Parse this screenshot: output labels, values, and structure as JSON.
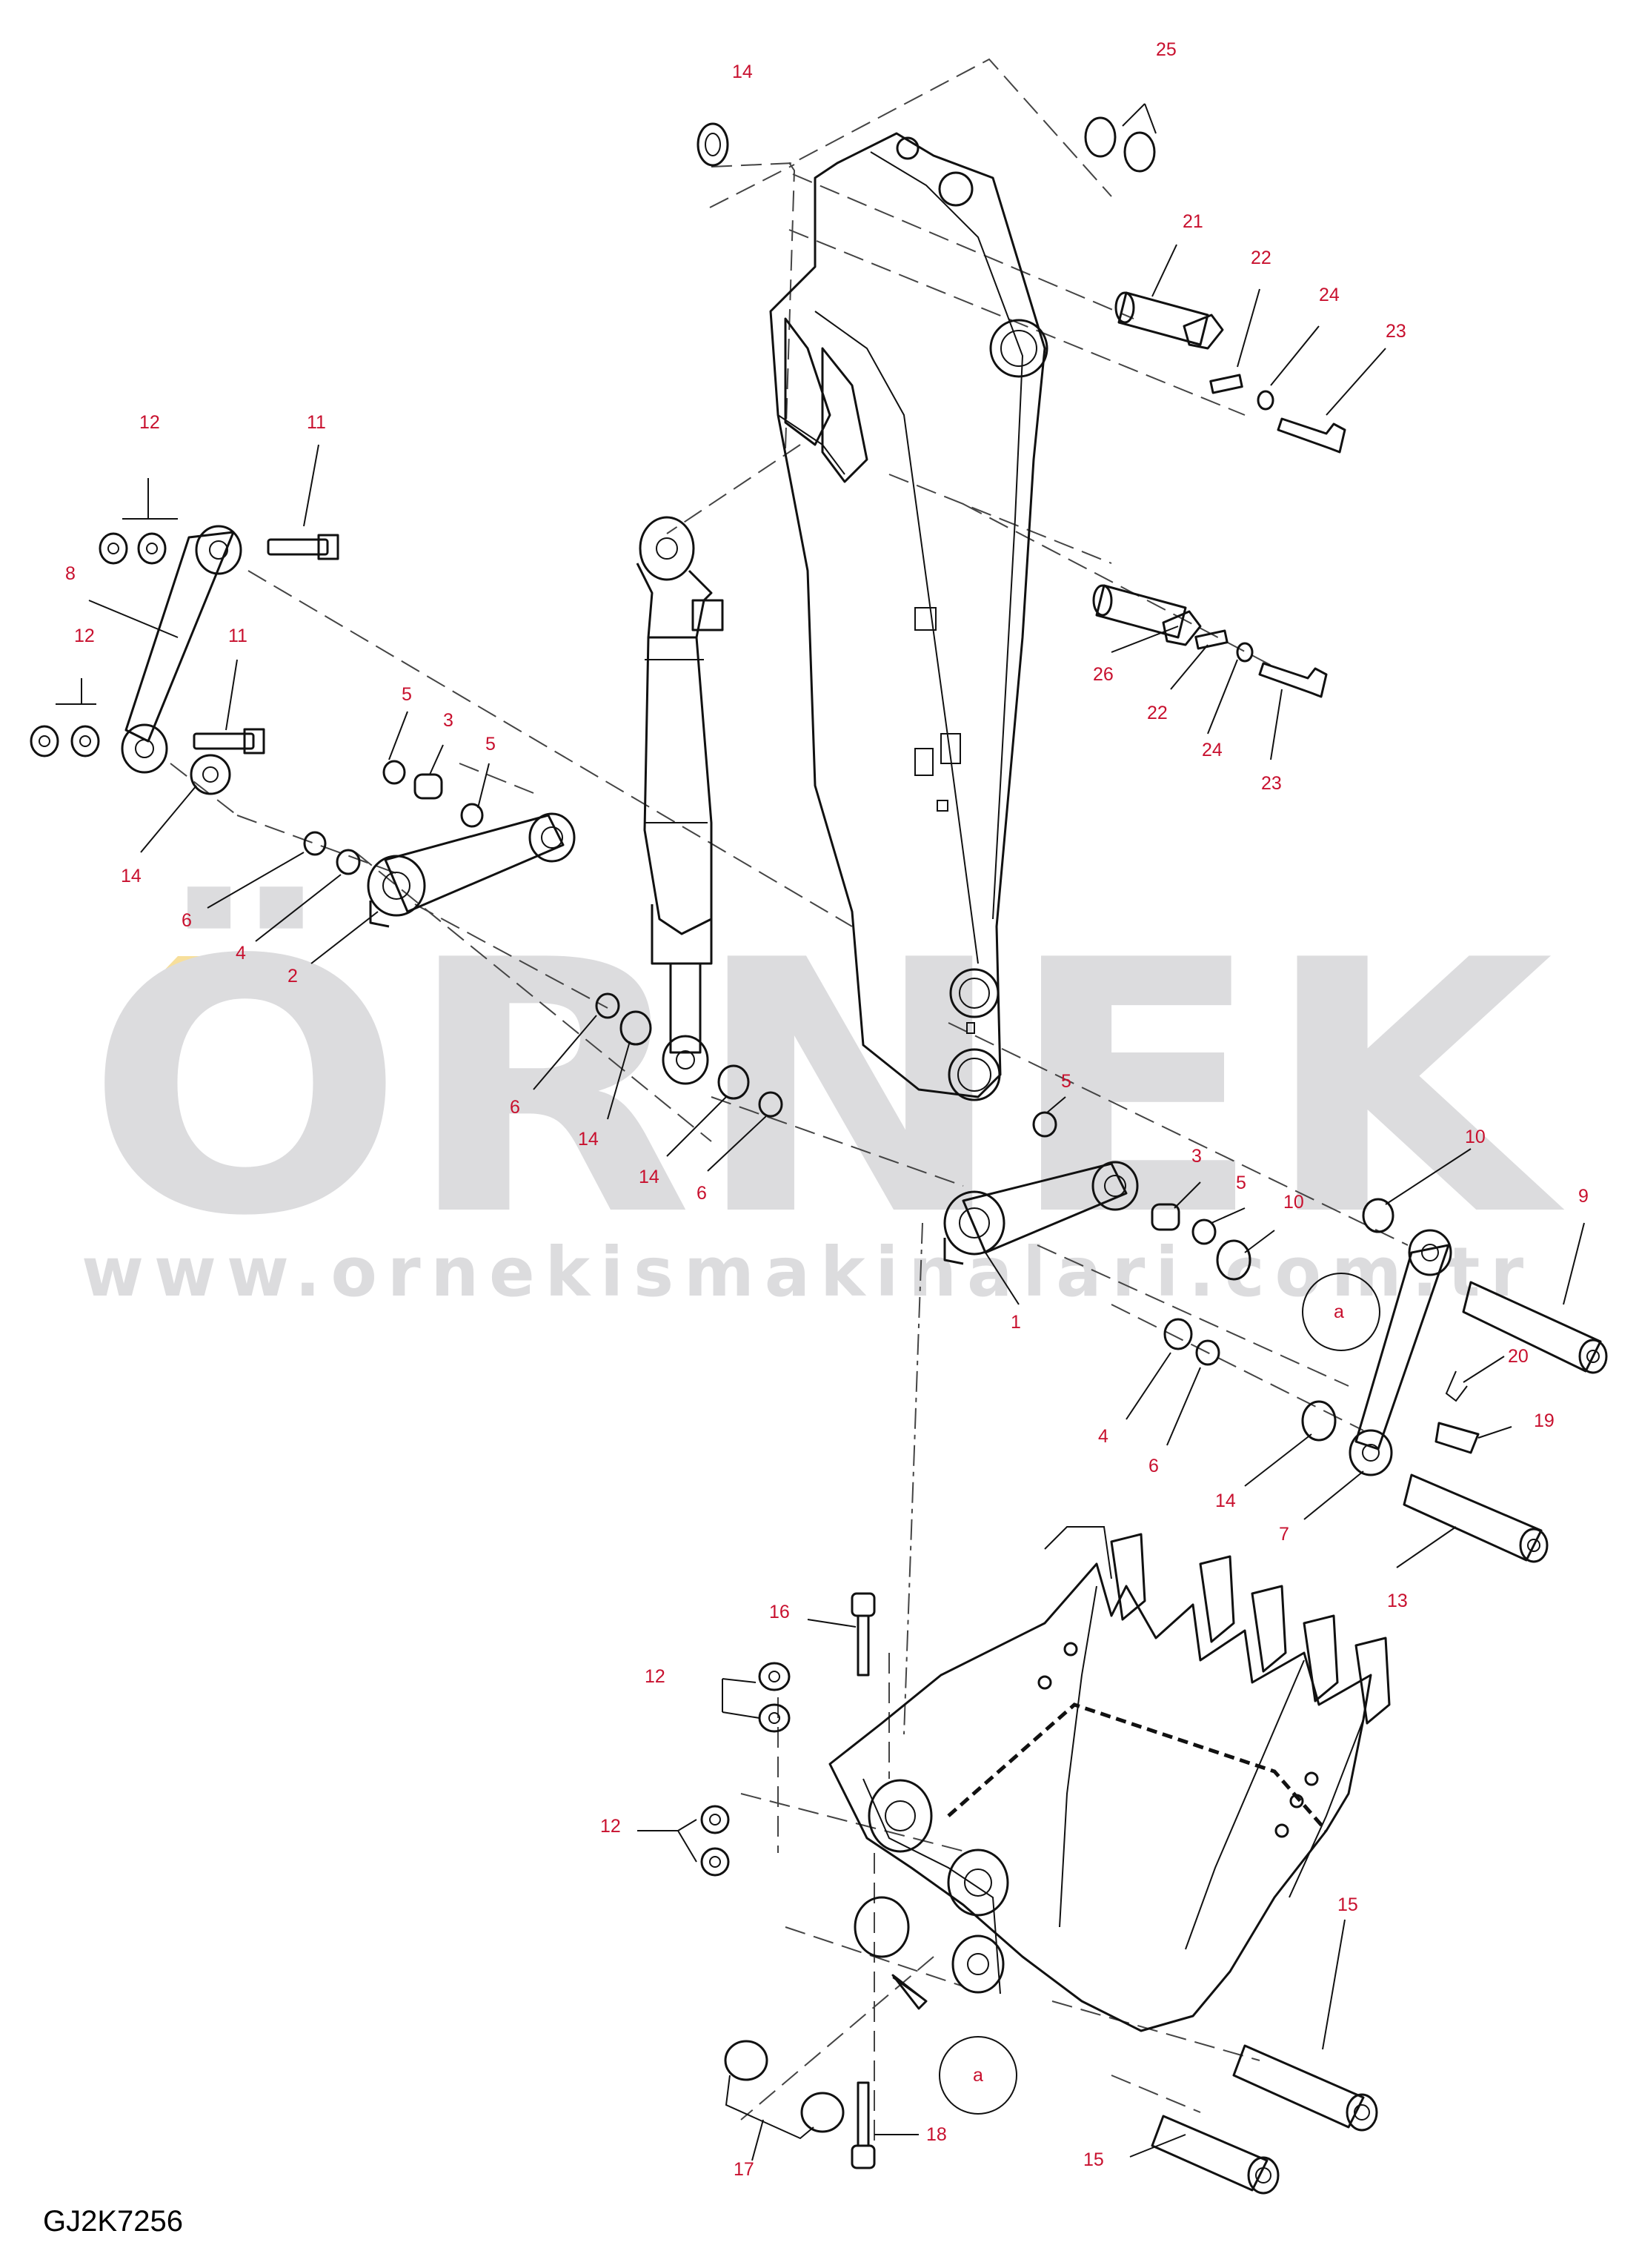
{
  "watermark": {
    "brand": "ÖRNEK",
    "url": "www.ornekismakinalari.com.tr"
  },
  "drawing_code": "GJ2K7256",
  "colors": {
    "label": "#c8102e",
    "watermark": "#dcdcde",
    "accent": "#f7df9b"
  },
  "labels": [
    {
      "id": "l14a",
      "text": "14"
    },
    {
      "id": "l25",
      "text": "25"
    },
    {
      "id": "l21",
      "text": "21"
    },
    {
      "id": "l22a",
      "text": "22"
    },
    {
      "id": "l24a",
      "text": "24"
    },
    {
      "id": "l23a",
      "text": "23"
    },
    {
      "id": "l12a",
      "text": "12"
    },
    {
      "id": "l11a",
      "text": "11"
    },
    {
      "id": "l8",
      "text": "8"
    },
    {
      "id": "l12b",
      "text": "12"
    },
    {
      "id": "l11b",
      "text": "11"
    },
    {
      "id": "l14b",
      "text": "14"
    },
    {
      "id": "l5a",
      "text": "5"
    },
    {
      "id": "l3a",
      "text": "3"
    },
    {
      "id": "l5b",
      "text": "5"
    },
    {
      "id": "l6a",
      "text": "6"
    },
    {
      "id": "l4a",
      "text": "4"
    },
    {
      "id": "l2",
      "text": "2"
    },
    {
      "id": "l26",
      "text": "26"
    },
    {
      "id": "l22b",
      "text": "22"
    },
    {
      "id": "l24b",
      "text": "24"
    },
    {
      "id": "l23b",
      "text": "23"
    },
    {
      "id": "l6b",
      "text": "6"
    },
    {
      "id": "l14c",
      "text": "14"
    },
    {
      "id": "l14d",
      "text": "14"
    },
    {
      "id": "l6c",
      "text": "6"
    },
    {
      "id": "l5c",
      "text": "5"
    },
    {
      "id": "l3b",
      "text": "3"
    },
    {
      "id": "l5d",
      "text": "5"
    },
    {
      "id": "l10a",
      "text": "10"
    },
    {
      "id": "l10b",
      "text": "10"
    },
    {
      "id": "l9",
      "text": "9"
    },
    {
      "id": "l1",
      "text": "1"
    },
    {
      "id": "la1",
      "text": "a"
    },
    {
      "id": "l20",
      "text": "20"
    },
    {
      "id": "l19",
      "text": "19"
    },
    {
      "id": "l4b",
      "text": "4"
    },
    {
      "id": "l6d",
      "text": "6"
    },
    {
      "id": "l14e",
      "text": "14"
    },
    {
      "id": "l7",
      "text": "7"
    },
    {
      "id": "l13",
      "text": "13"
    },
    {
      "id": "l16",
      "text": "16"
    },
    {
      "id": "l12c",
      "text": "12"
    },
    {
      "id": "l12d",
      "text": "12"
    },
    {
      "id": "l15a",
      "text": "15"
    },
    {
      "id": "la2",
      "text": "a"
    },
    {
      "id": "l18",
      "text": "18"
    },
    {
      "id": "l17",
      "text": "17"
    },
    {
      "id": "l15b",
      "text": "15"
    }
  ]
}
